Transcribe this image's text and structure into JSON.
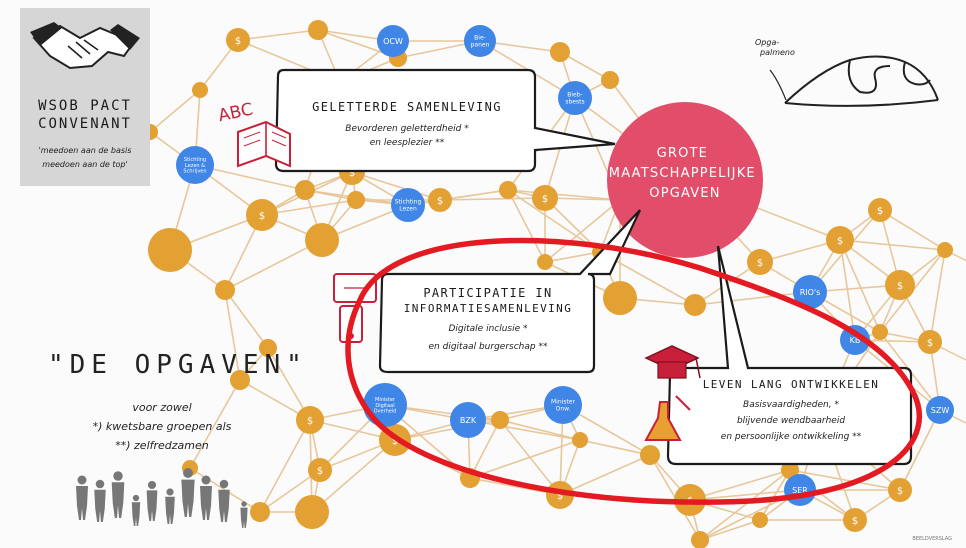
{
  "logo": {
    "title_line1": "WSOB PACT",
    "title_line2": "CONVENANT",
    "subtitle_line1": "'meedoen aan de basis",
    "subtitle_line2": "meedoen aan de top'"
  },
  "center": {
    "label_line1": "GROTE",
    "label_line2": "MAATSCHAPPELIJKE",
    "label_line3": "OPGAVEN",
    "color": "#e24e6a"
  },
  "mountain": {
    "label_line1": "Opga-",
    "label_line2": "palmeno"
  },
  "callouts": {
    "geletterde": {
      "title": "GELETTERDE SAMENLEVING",
      "body_line1": "Bevorderen geletterdheid *",
      "body_line2": "en leesplezier **"
    },
    "participatie": {
      "title_line1": "PARTICIPATIE IN",
      "title_line2": "INFORMATIESAMENLEVING",
      "body_line1": "Digitale inclusie *",
      "body_line2": "en digitaal burgerschap **"
    },
    "leven": {
      "title": "LEVEN LANG ONTWIKKELEN",
      "body_line1": "Basisvaardigheden, *",
      "body_line2": "blijvende wendbaarheid",
      "body_line3": "en persoonlijke ontwikkeling **"
    }
  },
  "icons": {
    "abc_label": "ABC"
  },
  "opgaven": {
    "title": "\"DE OPGAVEN\"",
    "line1": "voor zowel",
    "line2": "*) kwetsbare groepen als",
    "line3": "**) zelfredzamen"
  },
  "blue_nodes": {
    "ocw": "OCW",
    "bieb1": "Bie-\npanen",
    "bieb2": "Bieb-\nsbests",
    "stichting1": "Stichting\nLezen &\nSchrijven",
    "stichting2": "Stichting\nLezen",
    "rios": "RIO's",
    "kb": "KB",
    "szw": "SZW",
    "mmw": "Minister\nDigitaal\nOverheid",
    "bzk": "BZK",
    "mbo": "Minister\nOnw.",
    "ser": "SER"
  },
  "colors": {
    "node_orange": "#e3a033",
    "node_blue": "#3f86e6",
    "line": "#e7c79b",
    "highlight_red": "#e41a22",
    "accent_red": "#c8203a"
  },
  "credit": "BEELDVERSLAG"
}
